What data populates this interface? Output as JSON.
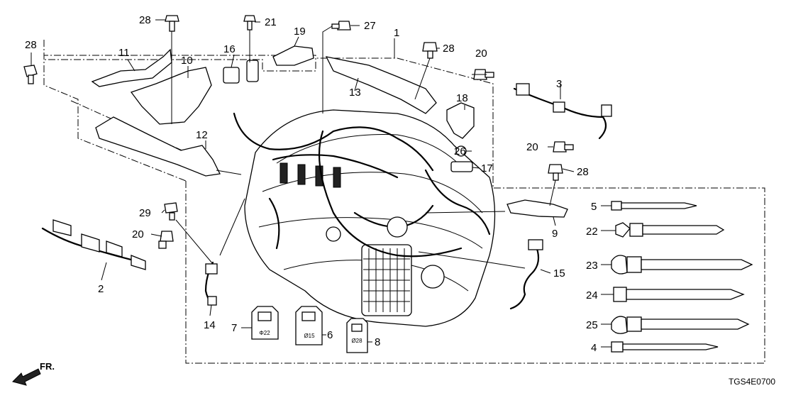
{
  "callouts": {
    "c1": "1",
    "c2": "2",
    "c3": "3",
    "c4": "4",
    "c5": "5",
    "c6": "6",
    "c7": "7",
    "c8": "8",
    "c9": "9",
    "c10": "10",
    "c11": "11",
    "c12": "12",
    "c13": "13",
    "c14": "14",
    "c15": "15",
    "c16": "16",
    "c17": "17",
    "c18": "18",
    "c19": "19",
    "c20a": "20",
    "c20b": "20",
    "c20c": "20",
    "c21": "21",
    "c22": "22",
    "c23": "23",
    "c24": "24",
    "c25": "25",
    "c26": "26",
    "c27": "27",
    "c28a": "28",
    "c28b": "28",
    "c28c": "28",
    "c28d": "28",
    "c29": "29"
  },
  "grommet_sizes": {
    "g7": "Φ22",
    "g6": "Ø15",
    "g8": "Ø28"
  },
  "direction_label": "FR.",
  "diagram_code": "TGS4E0700"
}
